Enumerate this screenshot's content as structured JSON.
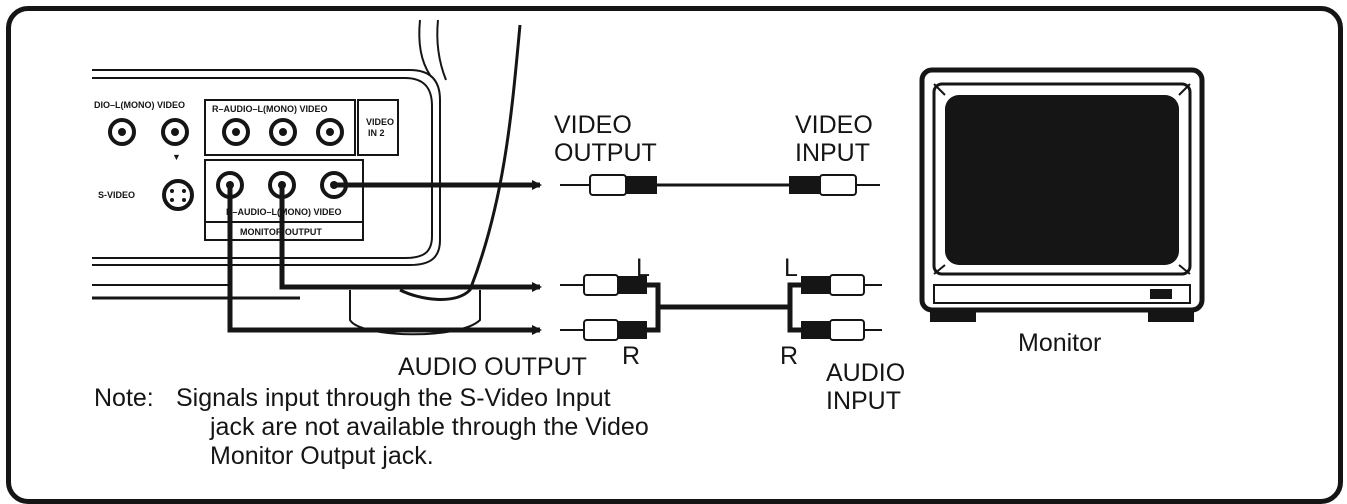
{
  "panel_labels": {
    "left_jacks_top": "DIO–L(MONO) VIDEO",
    "right_jacks_top": "R–AUDIO–L(MONO) VIDEO",
    "video_in_2_line1": "VIDEO",
    "video_in_2_line2": "IN 2",
    "s_video": "S-VIDEO",
    "monitor_jacks": "R–AUDIO–L(MONO) VIDEO",
    "monitor_output": "MONITOR OUTPUT"
  },
  "labels": {
    "video_output_1": "VIDEO",
    "video_output_2": "OUTPUT",
    "video_input_1": "VIDEO",
    "video_input_2": "INPUT",
    "audio_output": "AUDIO OUTPUT",
    "audio_input_1": "AUDIO",
    "audio_input_2": "INPUT",
    "l_left": "L",
    "r_left": "R",
    "l_right": "L",
    "r_right": "R",
    "monitor": "Monitor"
  },
  "note": {
    "prefix": "Note:",
    "line1": "Signals input through the S-Video Input",
    "line2": "jack are not available through the Video",
    "line3": "Monitor Output jack."
  }
}
